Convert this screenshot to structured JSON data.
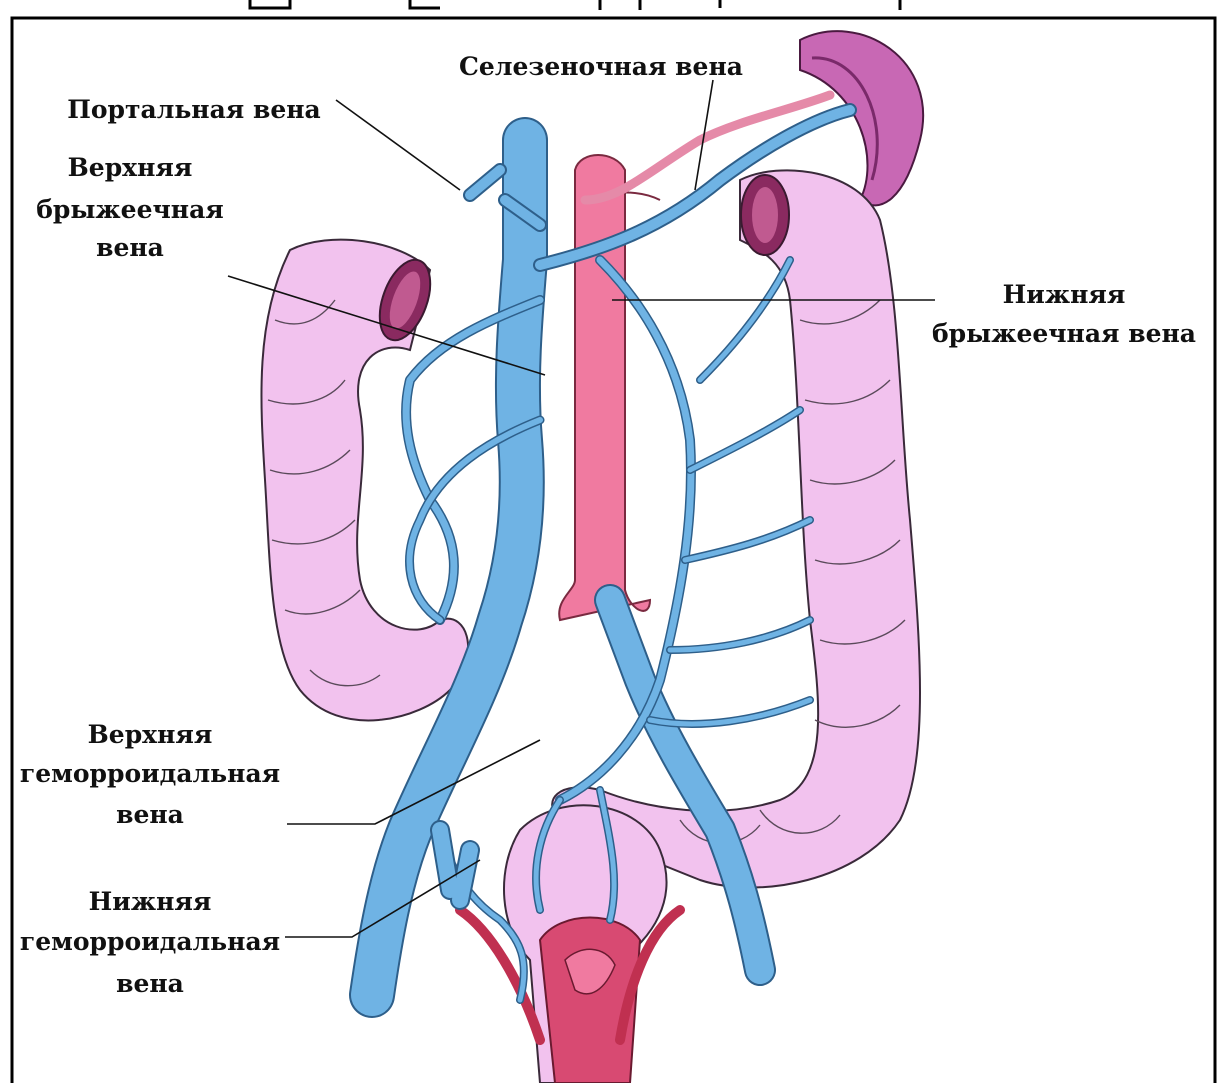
{
  "labels": {
    "splenic_vein": "Селезеночная вена",
    "portal_vein": "Портальная вена",
    "superior_mesenteric_1": "Верхняя",
    "superior_mesenteric_2": "брыжеечная",
    "superior_mesenteric_3": "вена",
    "inferior_mesenteric_1": "Нижняя",
    "inferior_mesenteric_2": "брыжеечная вена",
    "superior_hemorrhoidal_1": "Верхняя",
    "superior_hemorrhoidal_2": "геморроидальная",
    "superior_hemorrhoidal_3": "вена",
    "inferior_hemorrhoidal_1": "Нижняя",
    "inferior_hemorrhoidal_2": "геморроидальная",
    "inferior_hemorrhoidal_3": "вена"
  },
  "colors": {
    "vein": "#6fb3e4",
    "aorta": "#f07aa0",
    "colon": "#f2c2ee",
    "spleen": "#c868b4",
    "rectum": "#d84a72",
    "border": "#000000"
  }
}
